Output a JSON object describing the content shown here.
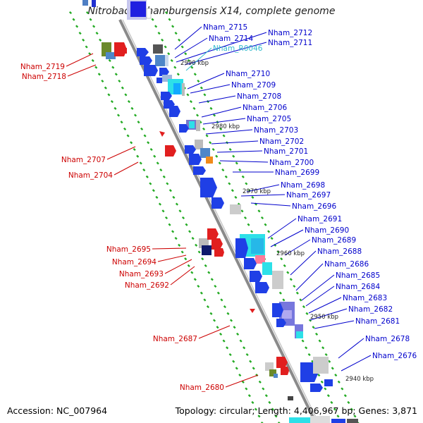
{
  "title": "Nitrobacter hamburgensis X14, complete genome",
  "footer": {
    "accession": "Accession: NC_007964",
    "summary": "Topology: circular; Length: 4,406,967 bp; Genes: 3,871"
  },
  "colors": {
    "backbone": "#808080",
    "forward_label": "#0000cc",
    "reverse_label": "#cc0000",
    "rna_label": "#33bbcc",
    "tick": "#22aa22"
  },
  "scale_labels": [
    "2990 kbp",
    "2980 kbp",
    "2970 kbp",
    "2960 kbp",
    "2950 kbp",
    "2940 kbp"
  ],
  "forward_genes": [
    "Nham_2715",
    "Nham_2714",
    "Nham_2712",
    "Nham_2711",
    "Nham_R0046",
    "Nham_2710",
    "Nham_2709",
    "Nham_2708",
    "Nham_2706",
    "Nham_2705",
    "Nham_2703",
    "Nham_2702",
    "Nham_2701",
    "Nham_2700",
    "Nham_2699",
    "Nham_2698",
    "Nham_2697",
    "Nham_2696",
    "Nham_2691",
    "Nham_2690",
    "Nham_2689",
    "Nham_2688",
    "Nham_2686",
    "Nham_2685",
    "Nham_2684",
    "Nham_2683",
    "Nham_2682",
    "Nham_2681",
    "Nham_2678",
    "Nham_2676"
  ],
  "reverse_genes": [
    "Nham_2719",
    "Nham_2718",
    "Nham_2707",
    "Nham_2704",
    "Nham_2695",
    "Nham_2694",
    "Nham_2693",
    "Nham_2692",
    "Nham_2687",
    "Nham_2680"
  ]
}
